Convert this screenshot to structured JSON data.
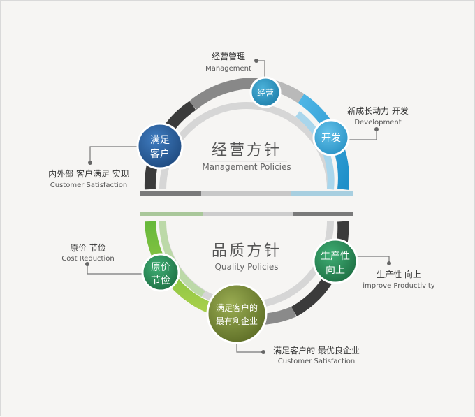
{
  "top": {
    "title": "经营方针",
    "subtitle": "Management Policies",
    "nodes": {
      "management": {
        "circle": "经营",
        "label_cn": "经营管理",
        "label_en": "Management"
      },
      "development": {
        "circle": "开发",
        "label_cn": "新成长动力 开发",
        "label_en": "Development"
      },
      "customer": {
        "circle_line1": "满足",
        "circle_line2": "客户",
        "label_cn": "内外部 客户满足 实现",
        "label_en": "Customer Satisfaction"
      }
    }
  },
  "bottom": {
    "title": "品质方针",
    "subtitle": "Quality Policies",
    "nodes": {
      "cost": {
        "circle_line1": "原价",
        "circle_line2": "节俭",
        "label_cn": "原价 节俭",
        "label_en": "Cost Reduction"
      },
      "productivity": {
        "circle_line1": "生产性",
        "circle_line2": "向上",
        "label_cn": "生产性 向上",
        "label_en": "improve Productivity"
      },
      "best": {
        "circle_line1": "满足客户的",
        "circle_line2": "最有利企业",
        "label_cn": "满足客户的 最优良企业",
        "label_en": "Customer Satisfaction"
      }
    }
  },
  "colors": {
    "dark_blue": "#2b5d97",
    "teal": "#2b8ab8",
    "light_blue": "#4aaede",
    "green": "#2e8b57",
    "olive": "#7a8a3a",
    "ring_dark": "#3d3d3d",
    "ring_mid": "#8a8a8a",
    "ring_light": "#cfcfcf"
  }
}
